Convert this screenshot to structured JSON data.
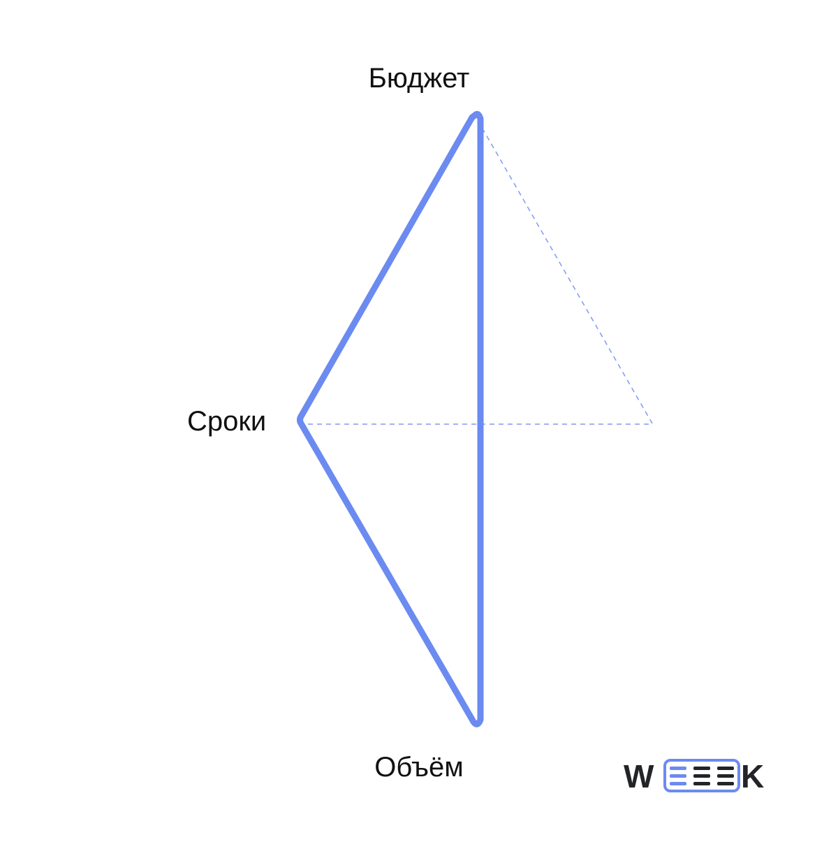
{
  "labels": {
    "top": "Бюджет",
    "left": "Сроки",
    "bottom": "Объём"
  },
  "logo": {
    "left_letter": "W",
    "right_letter": "K",
    "bars_icon": "three-bars-in-box-icon"
  },
  "colors": {
    "triangle_stroke": "#6B8BF0",
    "dashed_guides": "#7E9AF2",
    "text": "#111111",
    "logo_dark": "#222428",
    "logo_accent": "#6B8BF0"
  }
}
